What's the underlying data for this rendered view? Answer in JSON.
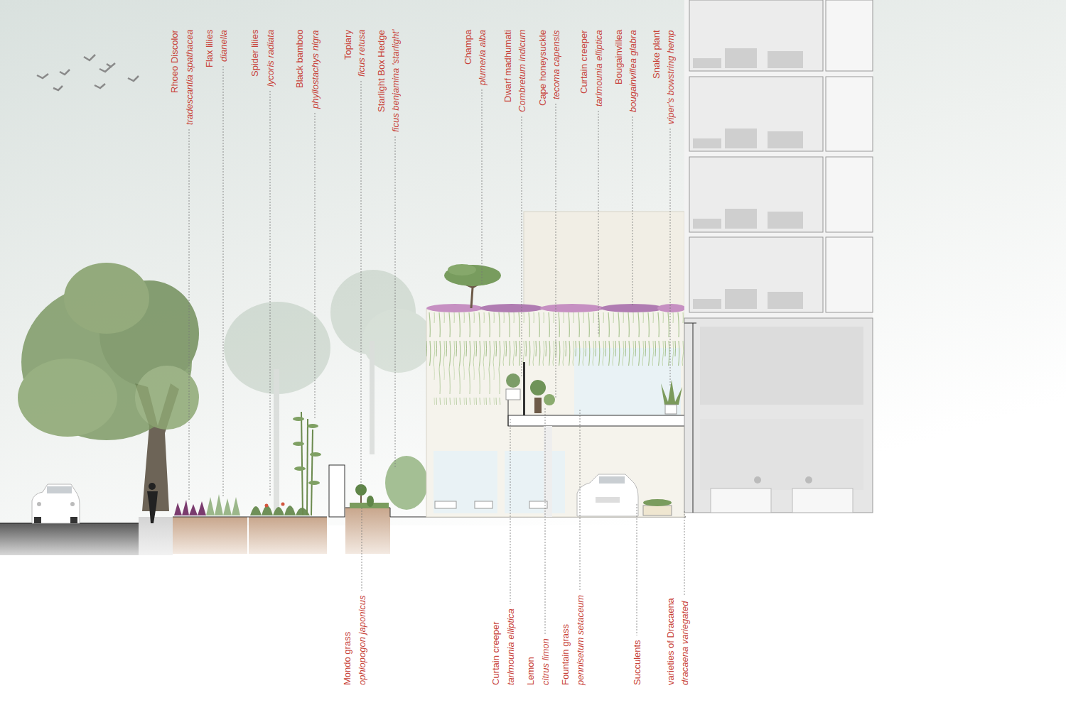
{
  "diagram": {
    "labels": [
      "Rhoeo Discolor",
      "tradescantia spathacea",
      "Flax lilies",
      "dianella",
      "Spider lilies",
      "lycoris radiata",
      "Black bamboo",
      "phyllostachys nigra",
      "Topiary",
      "ficus retusa",
      "Starlight Box Hedge",
      "ficus benjamina 'starlight'",
      "Champa",
      "plumeria alba",
      "Dwarf madhumati",
      "Combretum indicum",
      "Cape honeysuckle",
      "tecoma capensis",
      "Curtain creeper",
      "tarlmounia elliptica",
      "Bougainvillea",
      "bougainvillea glabra",
      "Snake plant",
      "viper's bowstring hemp",
      "Mondo grass",
      "ophiopogon japonicus",
      "Curtain creeper",
      "tarlmounia elliptica",
      "Lemon",
      "citrus limon",
      "Fountain grass",
      "pennisetum setaceum",
      "Succulents",
      "varieties of Dracaena",
      "dracaena variegated"
    ]
  }
}
